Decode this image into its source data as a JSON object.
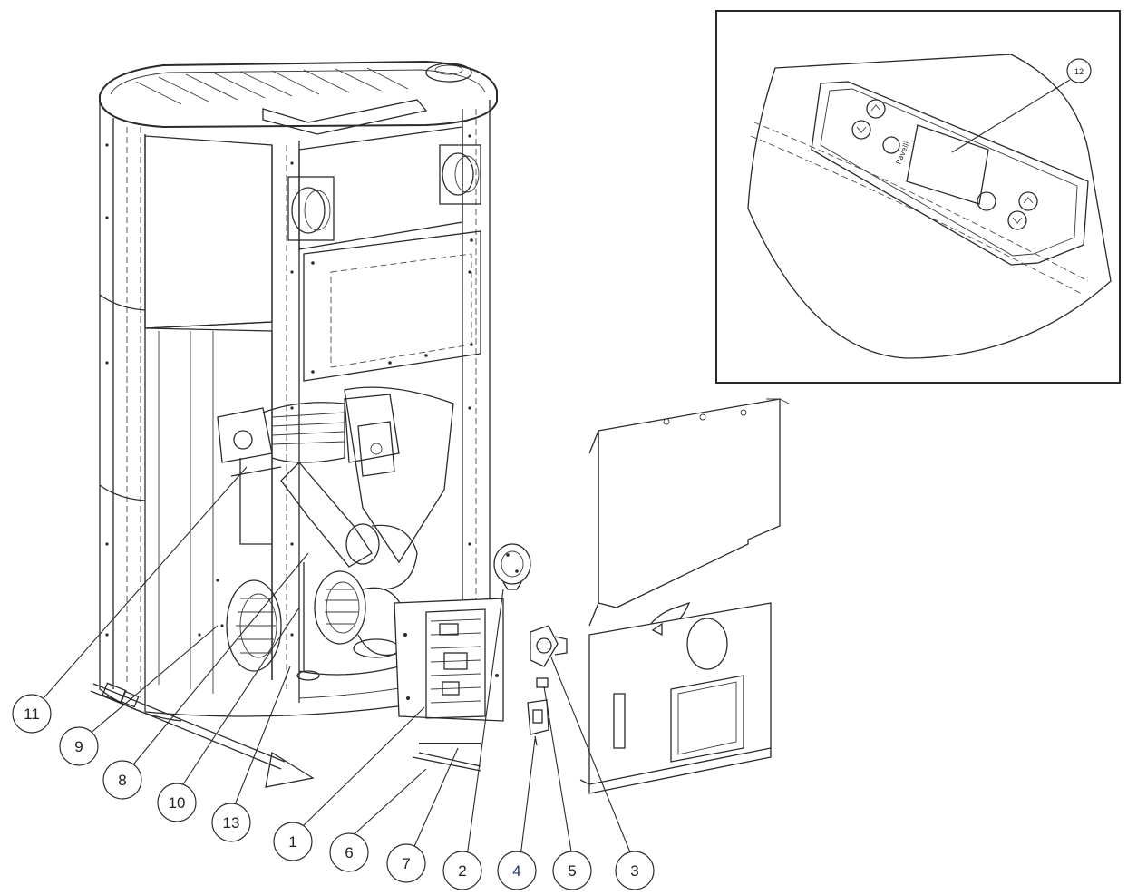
{
  "callouts": [
    {
      "id": "1",
      "label": "1"
    },
    {
      "id": "2",
      "label": "2"
    },
    {
      "id": "3",
      "label": "3"
    },
    {
      "id": "4",
      "label": "4"
    },
    {
      "id": "5",
      "label": "5"
    },
    {
      "id": "6",
      "label": "6"
    },
    {
      "id": "7",
      "label": "7"
    },
    {
      "id": "8",
      "label": "8"
    },
    {
      "id": "9",
      "label": "9"
    },
    {
      "id": "10",
      "label": "10"
    },
    {
      "id": "11",
      "label": "11"
    },
    {
      "id": "12",
      "label": "12"
    },
    {
      "id": "13",
      "label": "13"
    }
  ],
  "inset": {
    "panel_brand_text": "Ravelli"
  },
  "colors": {
    "line": "#2a2a2a",
    "callout4_text": "#1f3a6e",
    "background": "#ffffff"
  }
}
